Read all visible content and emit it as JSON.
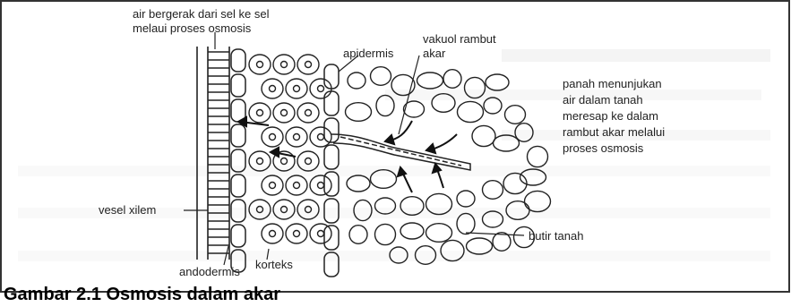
{
  "labels": {
    "air_move_1": "air bergerak dari sel ke sel",
    "air_move_2": "melaui proses osmosis",
    "vacuole_1": "vakuol rambut",
    "vacuole_2": "akar",
    "epidermis": "apidermis",
    "arrow_note_1": "panah menunjukan",
    "arrow_note_2": "air dalam tanah",
    "arrow_note_3": "meresap ke dalam",
    "arrow_note_4": "rambut akar melalui",
    "arrow_note_5": "proses osmosis",
    "xylem": "vesel xilem",
    "soil": "butir tanah",
    "endodermis": "andodermis",
    "cortex": "korteks"
  },
  "caption": "Gambar 2.1 Osmosis dalam akar",
  "colors": {
    "line": "#222222",
    "frame": "#333333",
    "bleed_text": "#b8b8b8"
  }
}
